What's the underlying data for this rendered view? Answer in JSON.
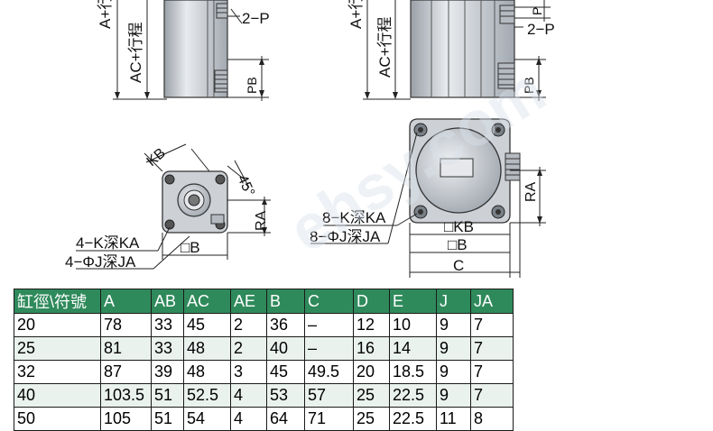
{
  "drawing_labels": {
    "left_a_stroke": "A+行程",
    "left_ac_stroke": "AC+行程",
    "left_port": "2−P",
    "left_pb": "PB",
    "right_a_stroke": "A+行程",
    "right_ac_stroke": "AC+行程",
    "right_p": "P",
    "right_port": "2−P",
    "right_pb": "PB",
    "kb_left": "KB",
    "angle": "45°",
    "ra_left": "RA",
    "b_left": "□B",
    "k_depth_left": "4−K深KA",
    "j_depth_left": "4−ΦJ深JA",
    "k_depth_right": "8−K深KA",
    "j_depth_right": "8−ΦJ深JA",
    "kb_right": "□KB",
    "b_right": "□B",
    "c_right": "C",
    "ra_right": "RA",
    "watermark": "ehsy.com"
  },
  "table": {
    "headers": [
      "缸徑\\符號",
      "A",
      "AB",
      "AC",
      "AE",
      "B",
      "C",
      "D",
      "E",
      "J",
      "JA"
    ],
    "rows": [
      [
        "20",
        "78",
        "33",
        "45",
        "2",
        "36",
        "–",
        "12",
        "10",
        "9",
        "7"
      ],
      [
        "25",
        "81",
        "33",
        "48",
        "2",
        "40",
        "–",
        "16",
        "14",
        "9",
        "7"
      ],
      [
        "32",
        "87",
        "39",
        "48",
        "3",
        "45",
        "49.5",
        "20",
        "18.5",
        "9",
        "7"
      ],
      [
        "40",
        "103.5",
        "51",
        "52.5",
        "4",
        "53",
        "57",
        "25",
        "22.5",
        "9",
        "7"
      ],
      [
        "50",
        "105",
        "51",
        "54",
        "4",
        "64",
        "71",
        "25",
        "22.5",
        "11",
        "8"
      ]
    ]
  },
  "colors": {
    "header_bg": "#2f8a5b",
    "header_text": "#ffffff",
    "row_alt_bg": "#eaf2ee",
    "metal": "#c7ccd3"
  }
}
